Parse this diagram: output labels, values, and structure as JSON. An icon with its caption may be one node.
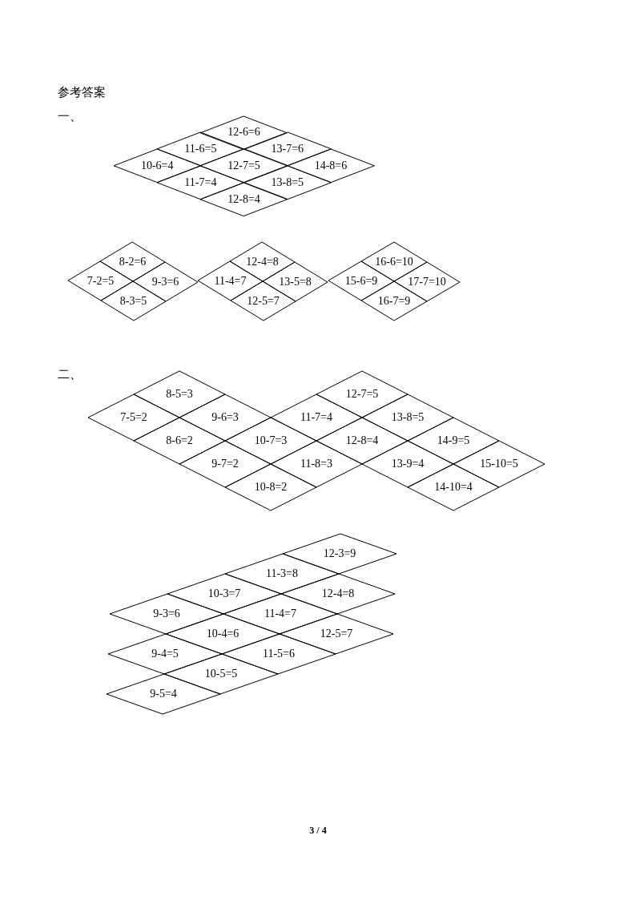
{
  "diagram": {
    "nodes": [
      {
        "text": [
          "12-6=6"
        ]
      },
      {
        "text": [
          "11-6=5"
        ]
      },
      {
        "text": [
          "13-7=6"
        ]
      },
      {
        "text": [
          "10-6=4"
        ]
      },
      {
        "text": [
          "12-7=5"
        ]
      },
      {
        "text": [
          "14-8=6"
        ]
      },
      {
        "text": [
          "11-7=4"
        ]
      },
      {
        "text": [
          "13-8=5"
        ]
      },
      {
        "text": [
          "12-8=4"
        ]
      },
      {
        "text": [
          "8-2=6"
        ]
      },
      {
        "text": [
          "7-2=5"
        ]
      },
      {
        "text": [
          "9-3=6"
        ]
      },
      {
        "text": [
          "8-3=5"
        ]
      },
      {
        "text": [
          "12-4=8"
        ]
      },
      {
        "text": [
          "11-4=7"
        ]
      },
      {
        "text": [
          "13-5=8"
        ]
      },
      {
        "text": [
          "12-5=7"
        ]
      },
      {
        "text": [
          "16-6=10"
        ]
      },
      {
        "text": [
          "15-6=9"
        ]
      },
      {
        "text": [
          "17-7=10"
        ]
      },
      {
        "text": [
          "16-7=9"
        ]
      },
      {
        "text": [
          "12-7=5"
        ]
      },
      {
        "text": [
          "8-5=3"
        ]
      },
      {
        "text": [
          "7-5=2"
        ]
      },
      {
        "text": [
          "11-7=4"
        ]
      },
      {
        "text": [
          "9-6=3"
        ]
      },
      {
        "text": [
          "13-8=5"
        ]
      },
      {
        "text": [
          "10-7=3"
        ]
      },
      {
        "text": [
          "12-8=4"
        ]
      },
      {
        "text": [
          "8-6=2"
        ]
      },
      {
        "text": [
          "14-9=5"
        ]
      },
      {
        "text": [
          "11-8=3"
        ]
      },
      {
        "text": [
          "9-7=2"
        ]
      },
      {
        "text": [
          "13-9=4"
        ]
      },
      {
        "text": [
          "15-10=5"
        ]
      },
      {
        "text": [
          "10-8=2"
        ]
      },
      {
        "text": [
          "14-10=4"
        ]
      },
      {
        "text": [
          "12-3=9"
        ]
      },
      {
        "text": [
          "11-3=8"
        ]
      },
      {
        "text": [
          "10-3=7"
        ]
      },
      {
        "text": [
          "12-4=8"
        ]
      },
      {
        "text": [
          "9-3=6"
        ]
      },
      {
        "text": [
          "11-4=7"
        ]
      },
      {
        "text": [
          "10-4=6"
        ]
      },
      {
        "text": [
          "12-5=7"
        ]
      },
      {
        "text": [
          "9-4=5"
        ]
      },
      {
        "text": [
          "11-5=6"
        ]
      },
      {
        "text": [
          "10-5=5"
        ]
      },
      {
        "text": [
          "9-5=4"
        ]
      }
    ],
    "labels": [
      "参考答案",
      "一、",
      "二、",
      "3 / 4"
    ]
  }
}
